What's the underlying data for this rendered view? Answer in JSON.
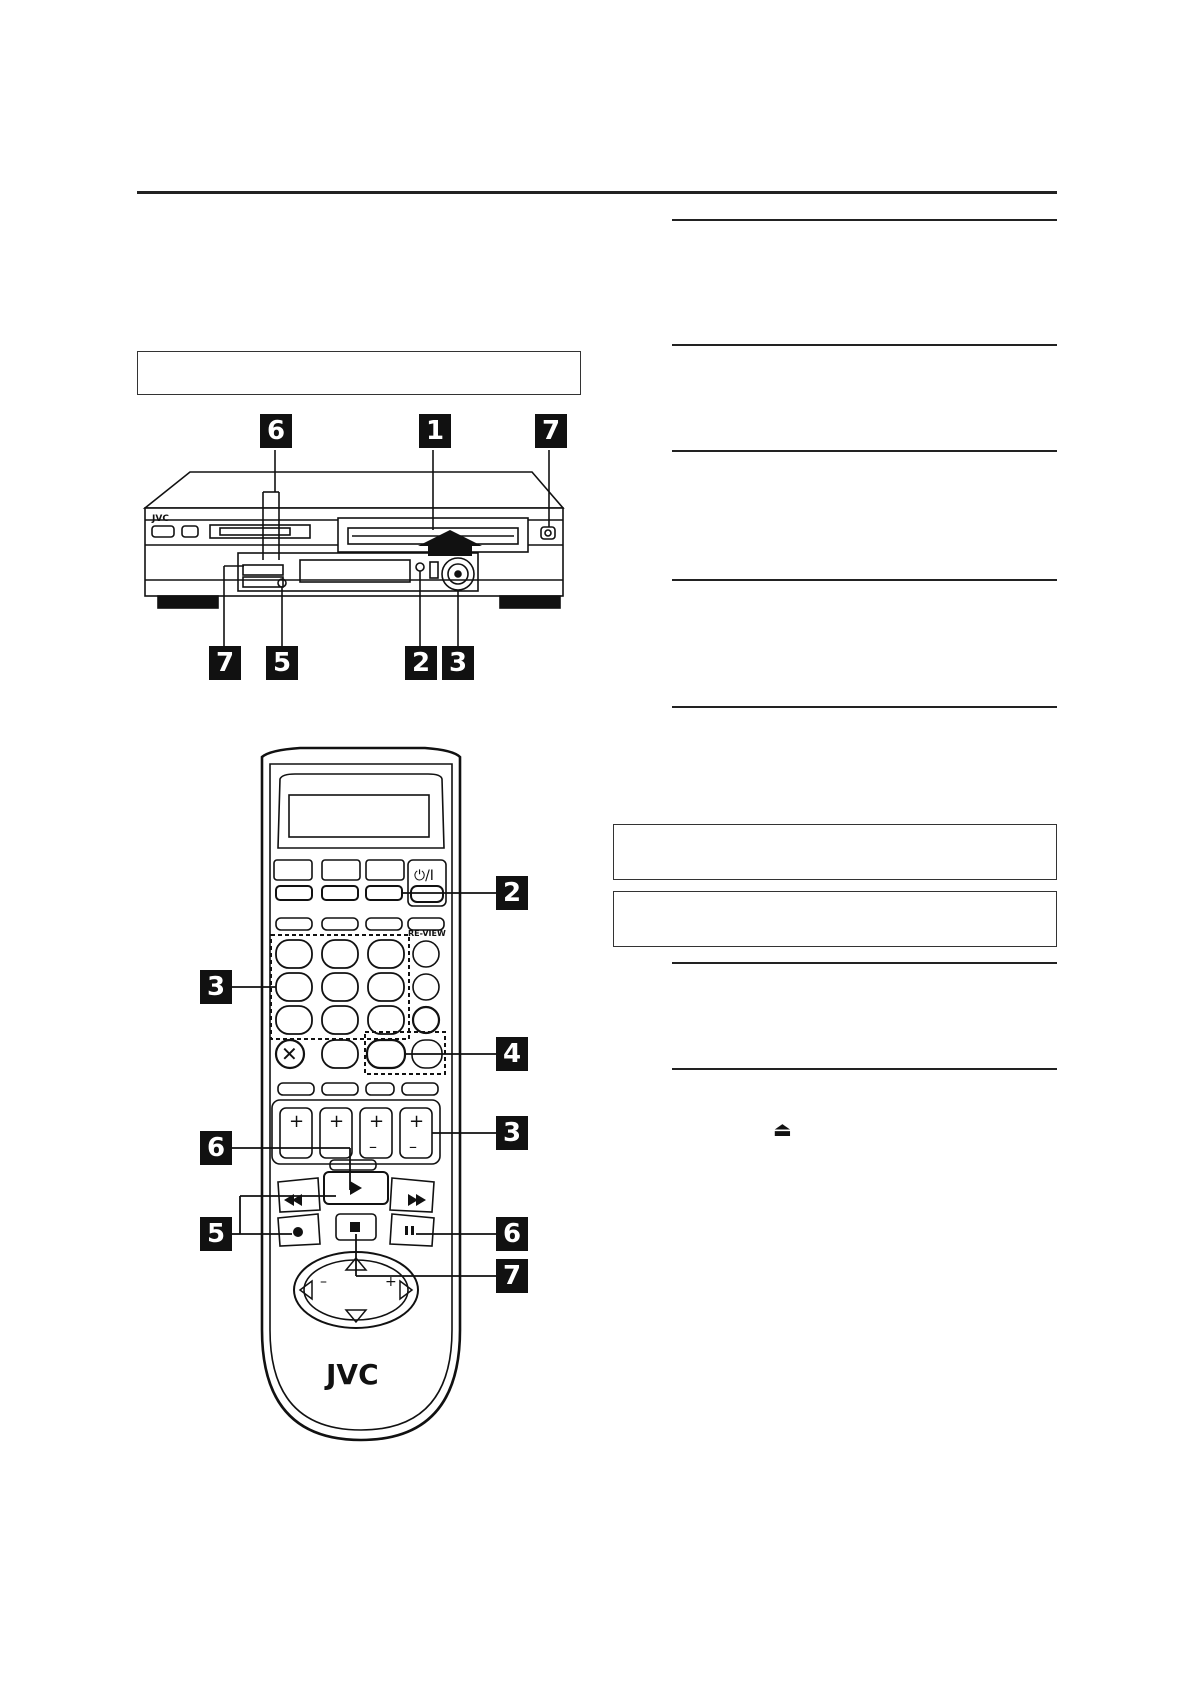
{
  "vcr": {
    "brand": "JVC",
    "callouts": [
      "1",
      "2",
      "3",
      "5",
      "6",
      "7",
      "7"
    ]
  },
  "remote": {
    "brand": "JVC",
    "labels": {
      "power": "⏻/I",
      "review": "RE-VIEW",
      "clear": "✕"
    },
    "callouts": [
      "2",
      "3",
      "3",
      "4",
      "5",
      "6",
      "6",
      "7"
    ]
  },
  "icons": {
    "eject": "⏏"
  }
}
